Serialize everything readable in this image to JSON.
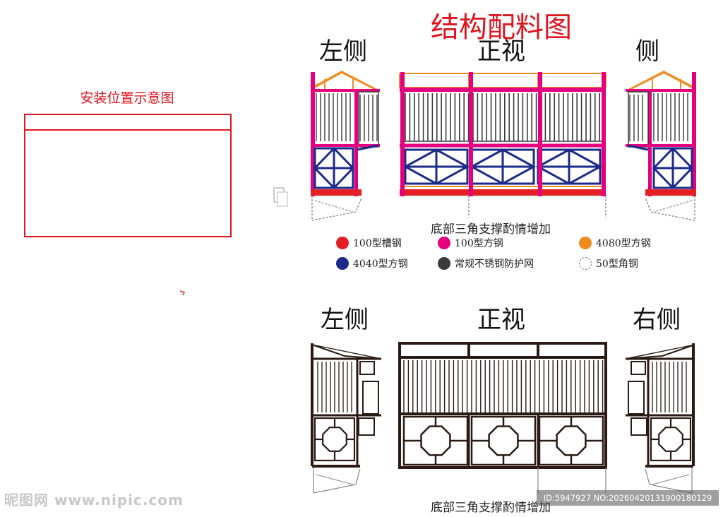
{
  "title": "结构配料图",
  "colored_section": {
    "labels": {
      "left": "左侧",
      "front": "正视",
      "right": "侧"
    },
    "note": "底部三角支撑酌情增加"
  },
  "bw_section": {
    "labels": {
      "left": "左侧",
      "front": "正视",
      "right": "右侧"
    },
    "note": "底部三角支撑酌情增加"
  },
  "install": {
    "title": "安装位置示意图"
  },
  "legend": [
    {
      "label": "100型槽钢",
      "color": "#e31e24",
      "icon": "solid-circle"
    },
    {
      "label": "100型方钢",
      "color": "#e4007f",
      "icon": "solid-circle"
    },
    {
      "label": "4080型方钢",
      "color": "#f08c1e",
      "icon": "solid-circle"
    },
    {
      "label": "4040型方钢",
      "color": "#1c2a8a",
      "icon": "solid-circle"
    },
    {
      "label": "常规不锈钢防护网",
      "color": "#3a3a3a",
      "icon": "solid-circle"
    },
    {
      "label": "50型角钢",
      "color": "#ffffff",
      "icon": "dashed-hollow-circle"
    }
  ],
  "watermark": {
    "left": "昵图网 www.nipic.com",
    "right": "ID:5947927 NO:20260420131900180129"
  },
  "colors": {
    "channel": "#e31e24",
    "square100": "#e4007f",
    "square4080": "#f08c1e",
    "square4040": "#1c2a8a",
    "mesh": "#3a3a3a",
    "frame_bw": "#2b1a14"
  }
}
